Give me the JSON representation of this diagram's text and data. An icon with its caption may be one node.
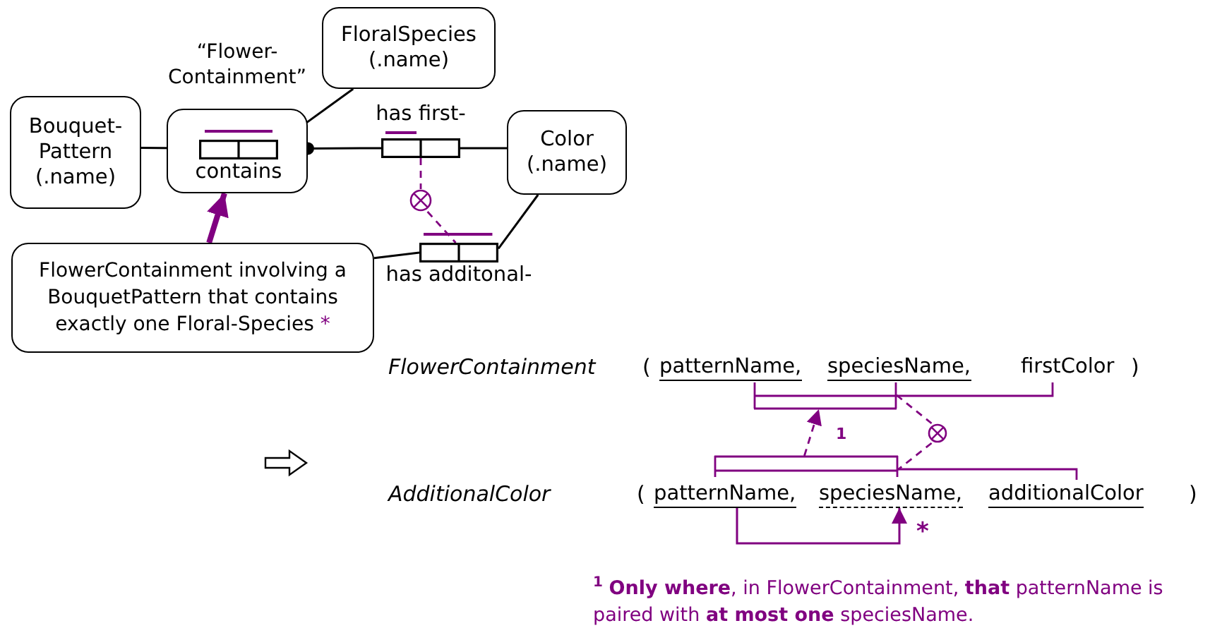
{
  "diagram": {
    "nodes": [
      {
        "text": [
          "Bouquet- Pattern",
          "(.name)"
        ]
      },
      {
        "text": [
          "“Flower- Containment”"
        ]
      },
      {
        "text": [
          "contains"
        ],
        "in": 1
      },
      {
        "text": [
          "FloralSpecies",
          "(.name)"
        ]
      },
      {
        "text": [
          "has first-"
        ]
      },
      {
        "text": [
          "Color",
          "(.name)"
        ]
      },
      {
        "text": [],
        "shape": "circle"
      },
      {
        "text": [
          "has additonal-"
        ]
      },
      {
        "text": [
          "FlowerContainment involving a BouquetPattern that contains exactly one Floral-Species",
          "*"
        ]
      },
      {
        "text": [
          "patternName,"
        ]
      },
      {
        "text": [
          "speciesName,"
        ]
      },
      {
        "text": [
          "firstColor"
        ]
      },
      {
        "text": [],
        "shape": "bar"
      },
      {
        "text": [],
        "shape": "bar"
      },
      {
        "text": [],
        "shape": "circle"
      },
      {
        "text": [],
        "shape": "bar"
      },
      {
        "text": [],
        "shape": "bar"
      },
      {
        "text": [
          "patternName,"
        ]
      },
      {
        "text": [
          "speciesName,"
        ]
      },
      {
        "text": [
          "additionalColor"
        ]
      }
    ],
    "edges": [
      {
        "from": 0,
        "to": 2,
        "arrow": "none",
        "color": "#000000"
      },
      {
        "from": 2,
        "to": 3,
        "arrow": "none",
        "color": "#000000"
      },
      {
        "from": 1,
        "to": 4,
        "arrow": "other",
        "color": "#000000"
      },
      {
        "from": 4,
        "to": 5,
        "arrow": "none",
        "color": "#000000"
      },
      {
        "from": 8,
        "to": 7,
        "arrow": "none",
        "color": "#000000"
      },
      {
        "from": 7,
        "to": 5,
        "arrow": "none",
        "color": "#000000"
      },
      {
        "from": 4,
        "to": 6,
        "arrow": "none",
        "style": "dashed",
        "color": "#800080"
      },
      {
        "from": 6,
        "to": 7,
        "arrow": "none",
        "style": "dashed",
        "color": "#800080"
      },
      {
        "from": 8,
        "to": 1,
        "arrow": "to",
        "style": "thick",
        "color": "#800080"
      },
      {
        "from": 15,
        "to": 12,
        "arrow": "to",
        "style": "dashed",
        "color": "#800080",
        "label": "1"
      },
      {
        "from": 13,
        "to": 14,
        "arrow": "none",
        "style": "dashed",
        "color": "#800080"
      },
      {
        "from": 14,
        "to": 16,
        "arrow": "none",
        "style": "dashed",
        "color": "#800080"
      },
      {
        "from": 17,
        "to": 18,
        "arrow": "to",
        "color": "#800080",
        "label": "*"
      }
    ],
    "labels": [
      "FlowerContainment",
      "(",
      ")",
      "AdditionalColor",
      "(",
      ")",
      "$^{1}$ **Only where**, in FlowerContainment, **that** patternName is paired with **at most one** speciesName."
    ]
  }
}
